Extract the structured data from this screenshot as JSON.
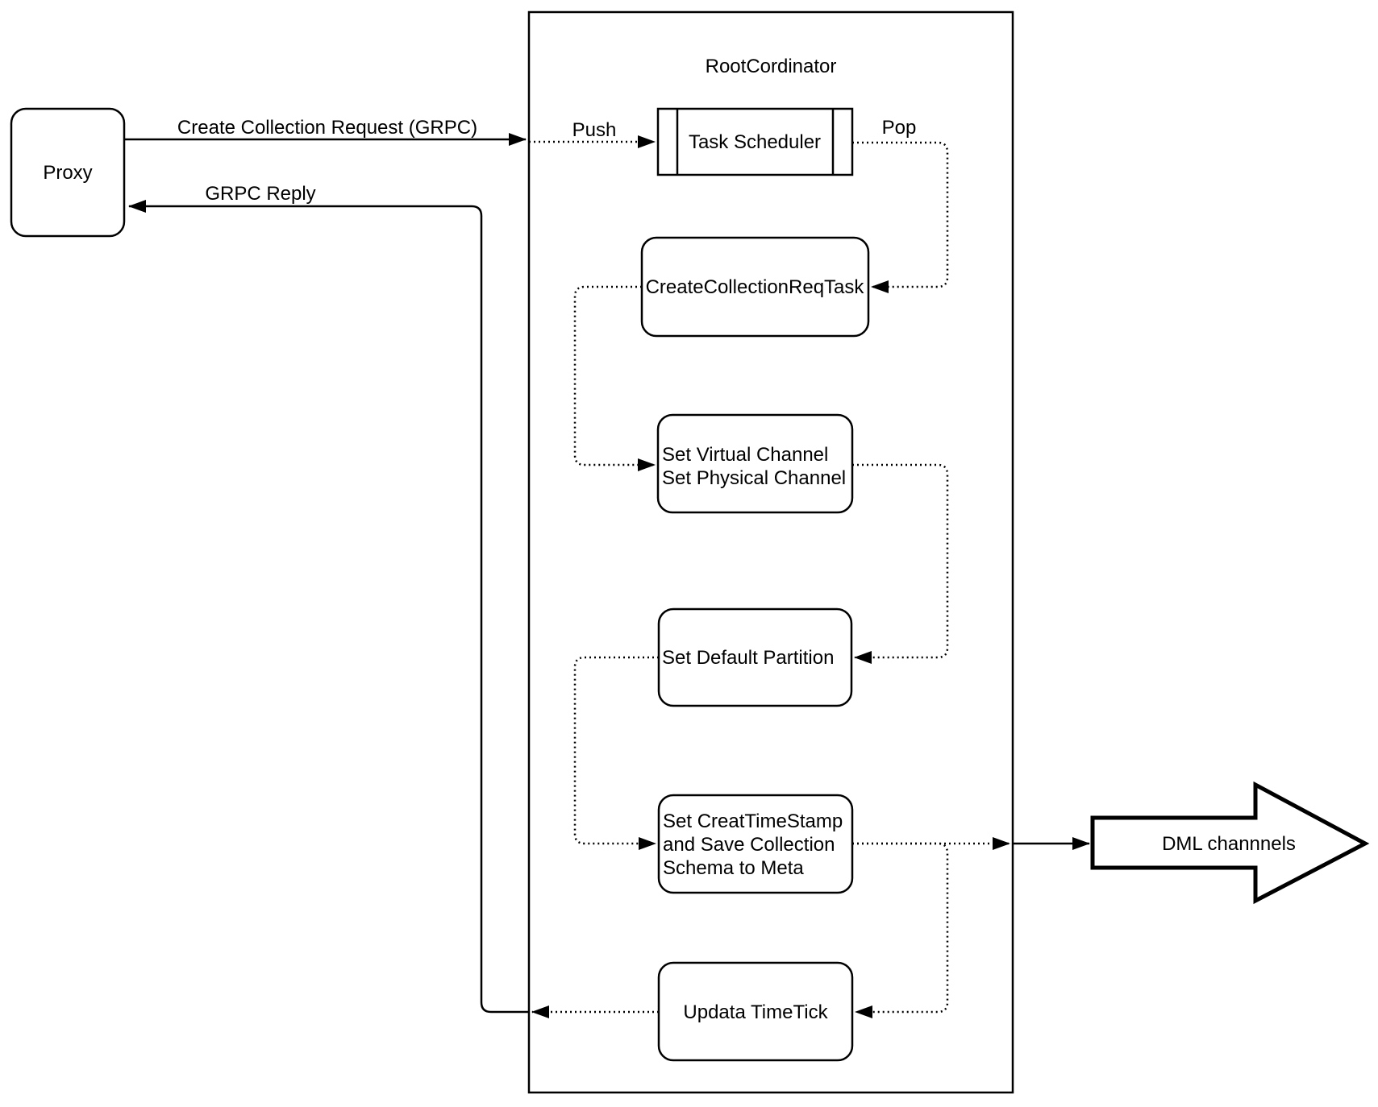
{
  "diagram": {
    "title": "RootCordinator",
    "colors": {
      "stroke": "#000000",
      "fill": "#ffffff",
      "background": "#ffffff"
    },
    "nodes": {
      "proxy": {
        "label": "Proxy"
      },
      "task_scheduler": {
        "label": "Task Scheduler"
      },
      "create_collection_req_task": {
        "label": "CreateCollectionReqTask"
      },
      "set_channel": {
        "lines": [
          "Set Virtual Channel",
          "Set Physical Channel"
        ]
      },
      "set_default_partition": {
        "label": "Set Default Partition"
      },
      "set_creat_timestamp": {
        "lines": [
          "Set CreatTimeStamp",
          "and Save Collection",
          "Schema to Meta"
        ]
      },
      "updata_timetick": {
        "label": "Updata TimeTick"
      },
      "dml_channels": {
        "label": "DML channnels"
      }
    },
    "edges": {
      "create_collection_request": {
        "label": "Create Collection Request (GRPC)"
      },
      "grpc_reply": {
        "label": "GRPC Reply"
      },
      "push": {
        "label": "Push"
      },
      "pop": {
        "label": "Pop"
      }
    }
  }
}
